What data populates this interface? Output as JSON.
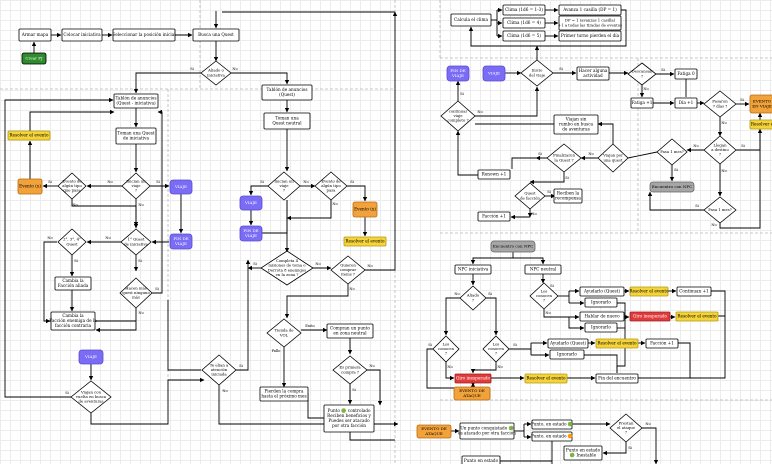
{
  "colors": {
    "process": "#ffffff",
    "stroke": "#000000",
    "start": "#2e8b2e",
    "viaje": "#7b6cf6",
    "evento": "#f2a23a",
    "resolver": "#f5d33a",
    "npc": "#a6a6a6",
    "danger": "#e03b3b",
    "guide": "#b7b7b7"
  },
  "nodes": {
    "crear_pj": "Crear PJ",
    "armar_mapa": "Armar mapa",
    "colocar_iniciativa": "Colocar iniciativa",
    "seleccionar_posicion": "Seleccionar la posición inicial",
    "busca_quest": "Busca una Quest",
    "d_aliado": [
      "Aliado o",
      "iniciativa"
    ],
    "tablon_anuncios_l": [
      "Tablón de anuncios",
      "(Quest - iniciativa)"
    ],
    "tablon_anuncios_r": [
      "Tablón de anuncios",
      "(Quest)"
    ],
    "toma_quest_iniciativa": [
      "Toman una Quest",
      "de iniciativa"
    ],
    "toma_quest_neutral": [
      "Toman una",
      "Quest neutral"
    ],
    "resolver_evento_l": "Resolver el evento",
    "evento_l": "Evento (x)",
    "d_evento_algun_tipo_l": [
      "Evento de",
      "algún tipo",
      "que pasa"
    ],
    "d_inician_viaje_l": [
      "Inician un",
      "viaje",
      "?"
    ],
    "viaje_l1": "VIAJE",
    "fin_viaje_l": [
      "FIN DE",
      "VIAJE"
    ],
    "d_quest_iniciativa": [
      "1° Quest",
      "de iniciativa"
    ],
    "d_quest_2_3_4": [
      "2°, 3°, 4°",
      "Quest"
    ],
    "cambia_faccion": [
      "Cambia la",
      "Facción aliada"
    ],
    "cambia_faccion_enemiga": [
      "Cambia la",
      "Facción enemiga de la",
      "facción contraria"
    ],
    "d_hacer_quests": [
      "Hacen más",
      "quest ninguno",
      "más"
    ],
    "viaje_l2": "VIAJE",
    "d_viajan_vuelta": [
      "Viajan con",
      "vuelta en busca",
      "de aventuras"
    ],
    "d_te_elian_atencion": [
      "Te elian a",
      "atención",
      "iniciada"
    ],
    "d_inician_viaje_r": [
      "Inician un",
      "viaje",
      "?"
    ],
    "d_evento_algun_tipo_r": [
      "Evento de",
      "algún tipo",
      "pasa"
    ],
    "evento_r": "Evento (x)",
    "viaje_r": "VIAJE",
    "fin_viaje_r": [
      "FIN DE",
      "VIAJE"
    ],
    "resolver_evento_r": "Resolver el evento",
    "d_completa_misiones": [
      "Completa 4",
      "misiones de toma o",
      "Derrota 8 enemigos",
      "en la zona ?"
    ],
    "d_quieren_comprar": [
      "Quieren",
      "comprar",
      "items ?"
    ],
    "d_tienda_vol": [
      "Tienda de",
      "VOL"
    ],
    "label_exito": "Exito",
    "label_fallo": "Fallo",
    "compra_puntos": [
      "Compran un punto",
      "en zona neutral"
    ],
    "d_primera_compra": [
      "Es primera",
      "compra ?"
    ],
    "pierde_compra": [
      "Pierden la compra",
      "hasta el próximo mes"
    ],
    "puntos_controlado": [
      "Punto 🟢 controlado",
      "Reciben beneficios y",
      "Puedes ser atacado",
      "por otra facción"
    ],
    "calcula_clima": "Calcula el clima",
    "clima_1": "Clima (1d6 = 1-3)",
    "clima_2": "Clima (1d6 = 4)",
    "clima_3": "Clima (1d6 = 5)",
    "avanza_casilla": "Avanza 1 casilla (DP = 1)",
    "dp_1_avanza": [
      "DP = 1 (avanzas 1 casilla)",
      "+1 a todas las tiradas de eventos"
    ],
    "primero_pierden_dia": "Primer turno pierden el día",
    "fin_viaje_top": [
      "FIN DE",
      "VIAJE"
    ],
    "viaje_top": "VIAJE",
    "d_inicio_viaje": [
      "Inicio",
      "del viaje"
    ],
    "hacer_actividad": [
      "Hacer alguna",
      "actividad"
    ],
    "d_descansan": [
      "Descansan",
      "?"
    ],
    "fatiga_0": "Fatiga 0",
    "fatiga_plus1": "Fatiga +1",
    "dia_plus1": "Día +1",
    "d_pasaron_dias": [
      "Pasaron",
      "7 días ?"
    ],
    "evento_top_r": [
      "EVENTO",
      "EN VIAJE"
    ],
    "resolver_top_r": "Resolver e",
    "d_continuar": [
      "continuar",
      "viaje",
      "completo ?"
    ],
    "viajan_busca": [
      "Viajan sin",
      "rumbo en busca",
      "de aventuras"
    ],
    "d_finalizaron_quest": [
      "Finalizaron",
      "la Quest ?"
    ],
    "d_viajan_quest": [
      "Viajan por",
      "una quest"
    ],
    "d_pasa_1_mes": [
      "Pasa 1 mes?"
    ],
    "d_llegan_destino": [
      "Llegan",
      "a destino",
      "?"
    ],
    "encuentro_npc_top": "Encuentro con NPC",
    "d_pasa_1_mes_2": [
      "Pasa 1 mes?"
    ],
    "renown_1": "Renown +1",
    "d_quest_facción": [
      "Quest",
      "de facción"
    ],
    "recibe_recompensa": [
      "Reciben la",
      "recompensa"
    ],
    "faccion_plus1": "Facción +1",
    "encuentro_npc": "Encuentro con NPC",
    "npc_iniciativa": "NPC iniciativa",
    "npc_neutral": "NPC neutral",
    "d_aliado_npc": [
      "Aliado",
      "?"
    ],
    "d_los_conocen": [
      "Los",
      "conocen",
      "?"
    ],
    "d_los_conocen_2": [
      "Los",
      "conocen",
      "?"
    ],
    "d_los_conocen_3": [
      "Los",
      "conocen",
      "?"
    ],
    "ayudarlo_quest": "Ayudarlo (Quest)",
    "resolver_evento_npc1": "Resolver el evento",
    "continuan_1": "Continuan +1",
    "ignorarlo_1": "Ignorarlo",
    "hablar_mueve": "Hablar de nuevo",
    "giro_inesperado": "Giro inesperado",
    "resolver_evento_npc2": "Resolver el evento",
    "ignorarlo_2": "Ignorarlo",
    "ayudarlo_quest_2": "Ayudarlo (Quest)",
    "resolver_evento_npc3": "Resolver el evento",
    "faccion_plus1_b": "Facción +1",
    "ignorarlo_3": "Ignorarlo",
    "giro_inesperado_2": "Giro inesperado",
    "resolver_evento_npc4": "Resolver el evento",
    "fin_encuentro": "Fin del encuentro",
    "evento_ataque": [
      "EVENTO DE",
      "ATAQUE"
    ],
    "evento_ataque_2": [
      "EVENTO DE",
      "ATAQUE"
    ],
    "punto_conquistado": [
      "Un punto conquistado 🟢",
      "es atacado por otra facción"
    ],
    "punto_estado_1": "Punto, en estado 🟢",
    "punto_estado_2": "Punto, en estado 🟠",
    "d_prestan_ataque": [
      "Prestan",
      "el ataque",
      "?"
    ],
    "punto_estado_3": [
      "Punto en estado",
      "🟢 Inestable"
    ],
    "punto_estado_4": [
      "Punto en estado"
    ]
  },
  "labels": {
    "si": "Si",
    "no": "No"
  }
}
